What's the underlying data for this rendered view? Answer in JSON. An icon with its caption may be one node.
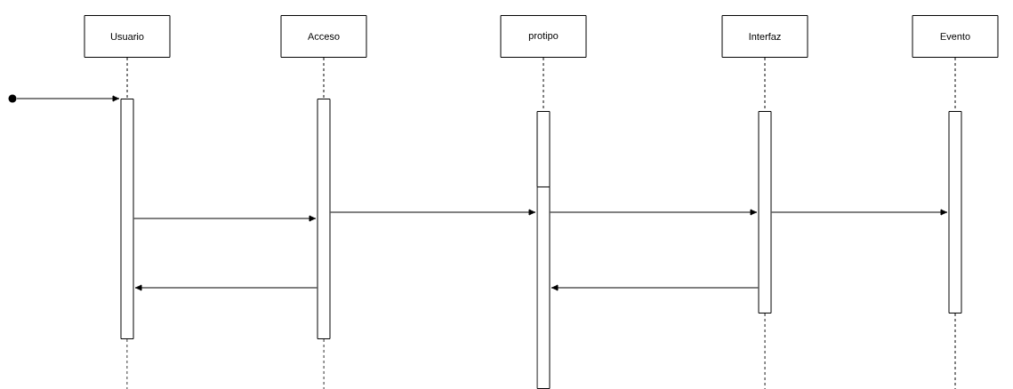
{
  "diagram": {
    "nodes": [
      {
        "text": [
          "Usuario"
        ]
      },
      {
        "text": [
          "Acceso"
        ]
      },
      {
        "text": [
          "protipo"
        ]
      },
      {
        "text": [
          "Interfaz"
        ]
      },
      {
        "text": [
          "Evento"
        ]
      },
      {
        "text": [],
        "shape": "bar"
      },
      {
        "text": [],
        "shape": "bar"
      },
      {
        "text": [],
        "shape": "bar"
      },
      {
        "text": [],
        "shape": "bar"
      },
      {
        "text": [],
        "shape": "bar"
      },
      {
        "text": [],
        "shape": "bar"
      },
      {
        "text": [],
        "shape": "circle"
      }
    ],
    "edges": [
      {
        "from": 0,
        "to": 5,
        "arrow": "none",
        "style": "dashed"
      },
      {
        "from": 1,
        "to": 6,
        "arrow": "none",
        "style": "dashed"
      },
      {
        "from": 2,
        "to": 7,
        "arrow": "none",
        "style": "dashed"
      },
      {
        "from": 3,
        "to": 9,
        "arrow": "none",
        "style": "dashed"
      },
      {
        "from": 4,
        "to": 10,
        "arrow": "none",
        "style": "dashed"
      },
      {
        "from": 5,
        "to": null,
        "arrow": "none",
        "style": "dashed"
      },
      {
        "from": 6,
        "to": null,
        "arrow": "none",
        "style": "dashed"
      },
      {
        "from": 9,
        "to": null,
        "arrow": "none",
        "style": "dashed"
      },
      {
        "from": 10,
        "to": null,
        "arrow": "none",
        "style": "dashed"
      },
      {
        "from": 11,
        "to": 5,
        "arrow": "to"
      },
      {
        "from": 5,
        "to": 6,
        "arrow": "to"
      },
      {
        "from": 6,
        "to": 8,
        "arrow": "to"
      },
      {
        "from": 8,
        "to": 9,
        "arrow": "to"
      },
      {
        "from": 9,
        "to": 10,
        "arrow": "to"
      },
      {
        "from": 6,
        "to": 5,
        "arrow": "to"
      },
      {
        "from": 9,
        "to": 8,
        "arrow": "to"
      }
    ]
  }
}
